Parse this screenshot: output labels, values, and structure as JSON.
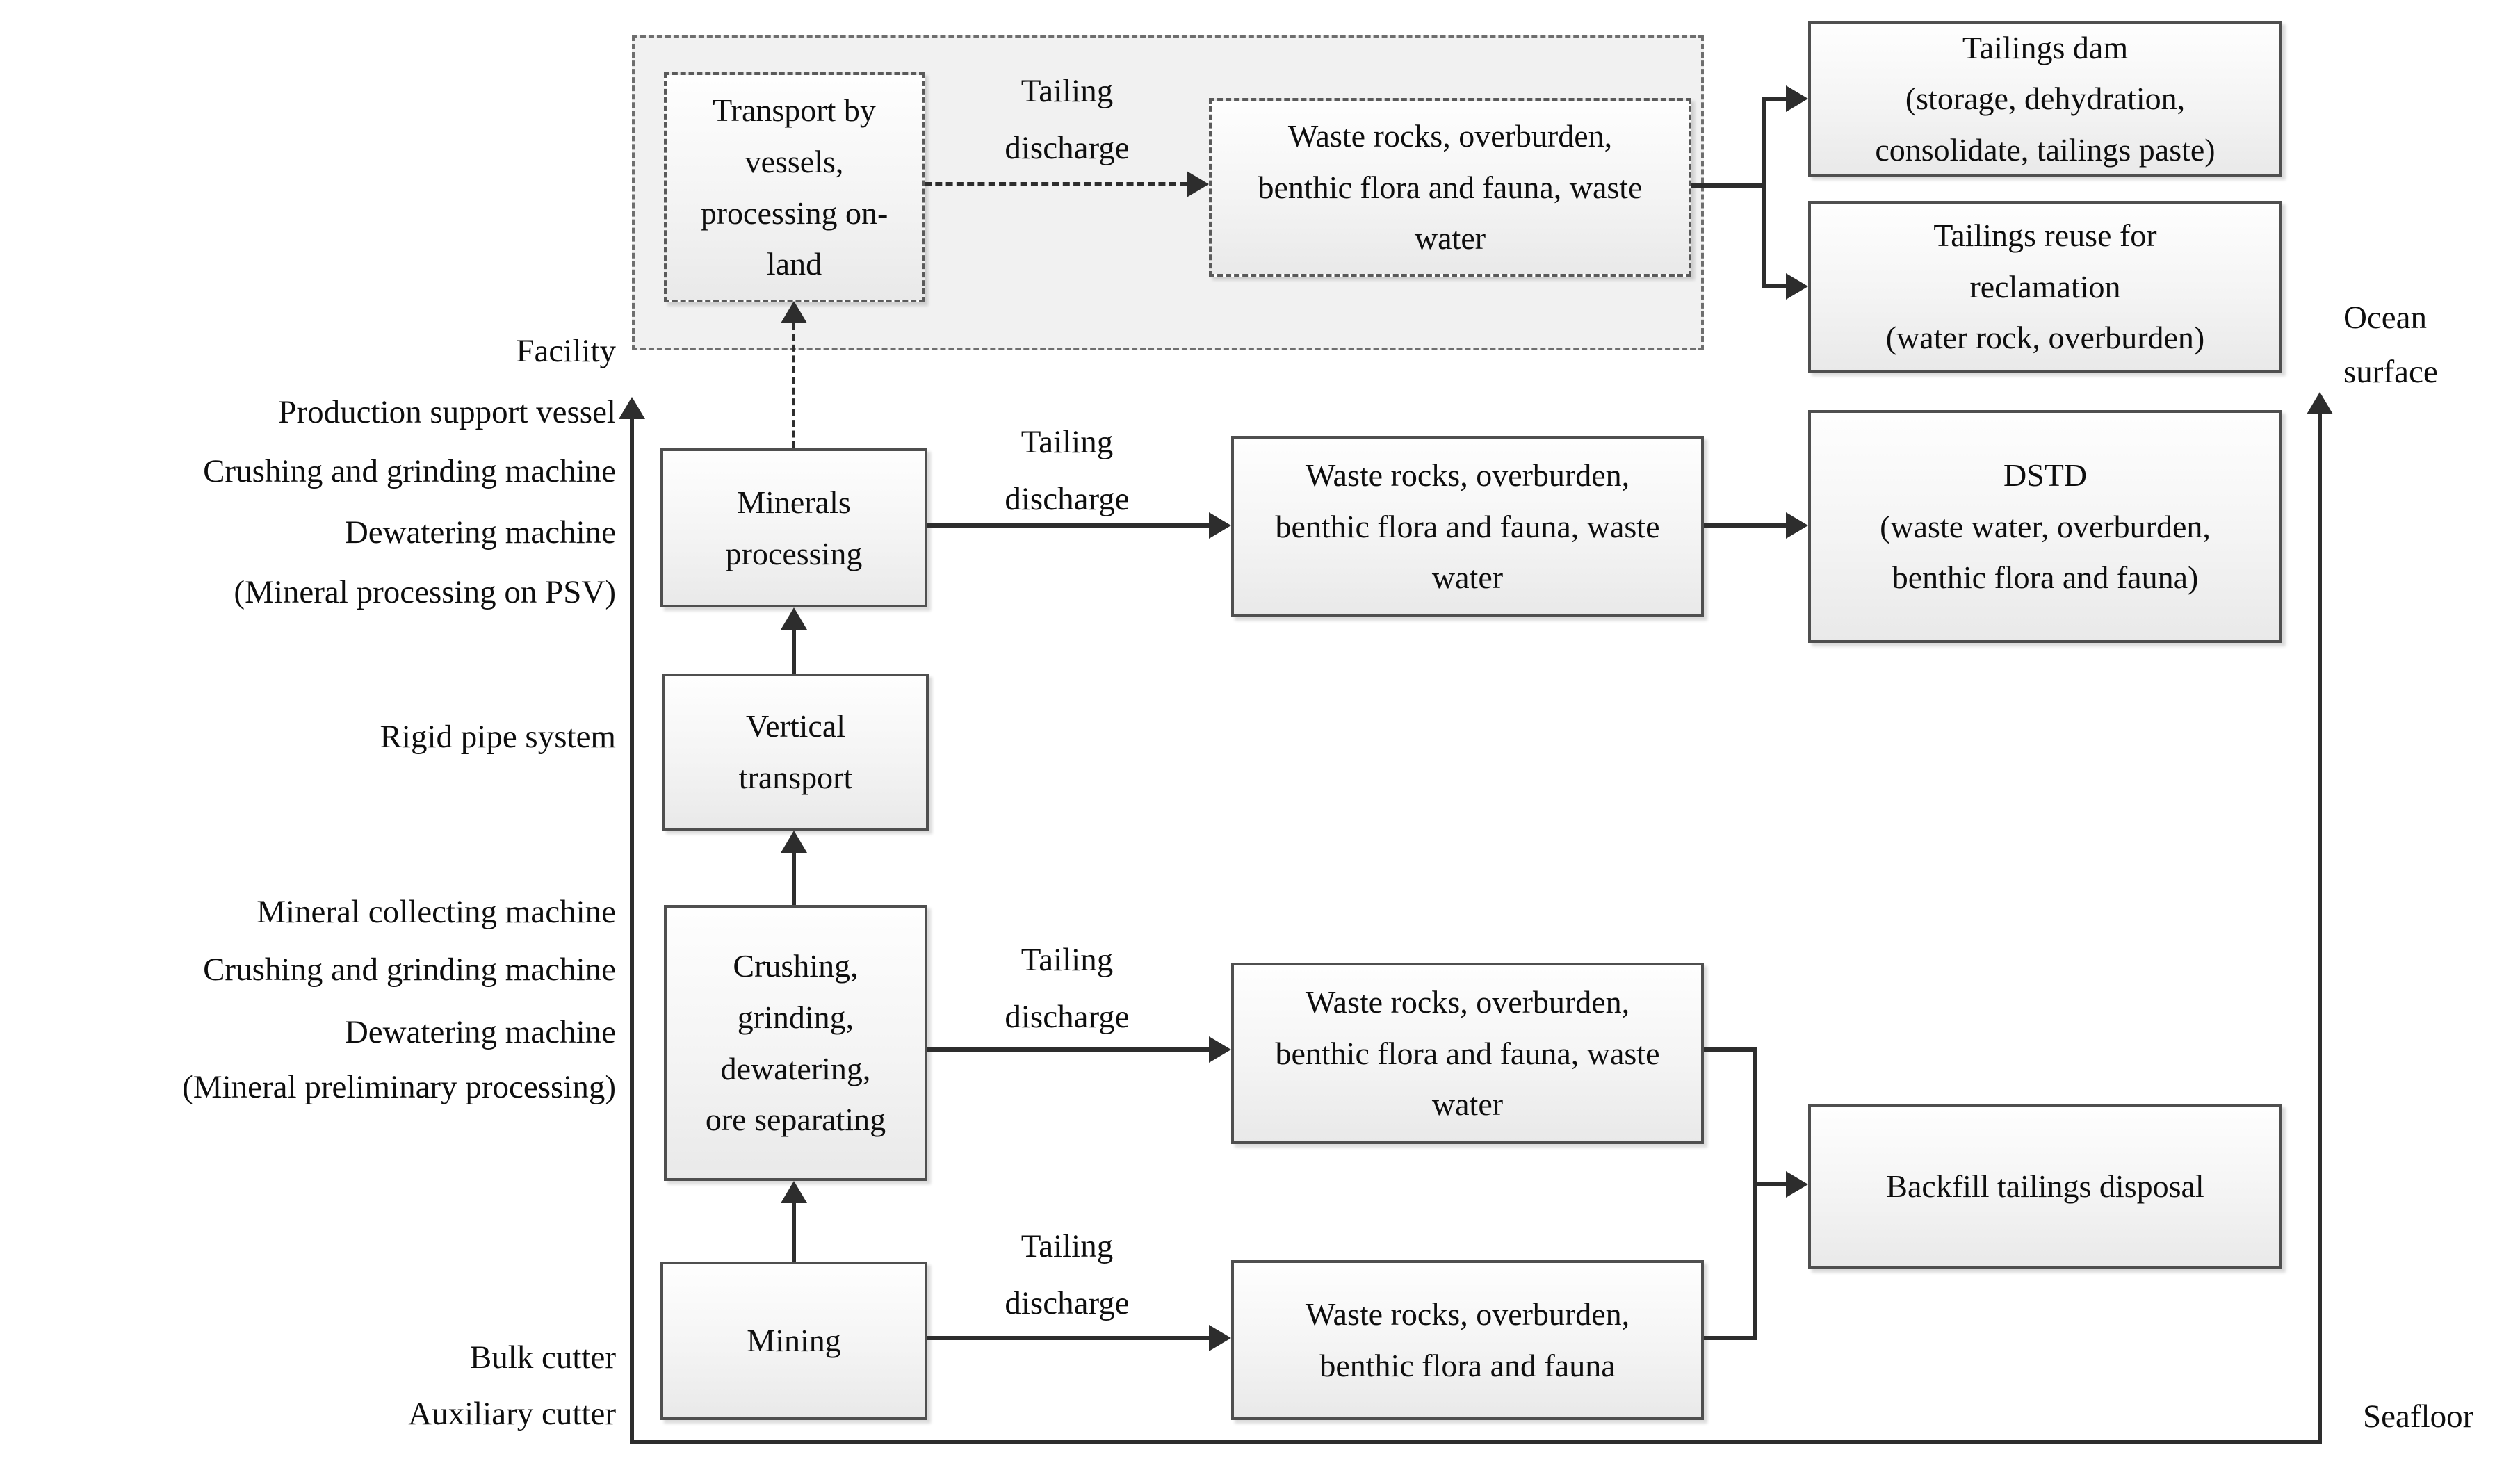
{
  "diagram": {
    "left_labels": {
      "facility": "Facility",
      "production_support_vessel": "Production support vessel",
      "crushing_grinding_machine_top": "Crushing and grinding machine",
      "dewatering_machine_top": "Dewatering machine",
      "mineral_processing_on_psv": "(Mineral processing on PSV)",
      "rigid_pipe_system": "Rigid pipe system",
      "mineral_collecting_machine": "Mineral collecting machine",
      "crushing_grinding_machine_bottom": "Crushing and grinding machine",
      "dewatering_machine_bottom": "Dewatering machine",
      "mineral_preliminary_processing": "(Mineral preliminary processing)",
      "bulk_cutter": "Bulk cutter",
      "auxiliary_cutter": "Auxiliary cutter"
    },
    "right_labels": {
      "ocean_surface": "Ocean surface",
      "seafloor": "Seafloor"
    },
    "flow_labels": {
      "tailing_discharge": "Tailing discharge"
    },
    "boxes": {
      "transport_vessels": {
        "text": "Transport by vessels, processing on-land"
      },
      "waste_top": {
        "text": "Waste rocks, overburden, benthic flora and fauna, waste water"
      },
      "tailings_dam": {
        "title": "Tailings dam",
        "detail": "(storage, dehydration, consolidate, tailings paste)"
      },
      "tailings_reuse": {
        "title": "Tailings reuse for reclamation",
        "detail": "(water rock, overburden)"
      },
      "minerals_processing": {
        "text": "Minerals processing"
      },
      "waste_mid": {
        "text": "Waste rocks, overburden, benthic flora and fauna, waste water"
      },
      "dstd": {
        "title": "DSTD",
        "detail": "(waste water, overburden, benthic flora and fauna)"
      },
      "vertical_transport": {
        "text": "Vertical transport"
      },
      "crushing_grinding_dewatering": {
        "text": "Crushing, grinding, dewatering, ore separating"
      },
      "waste_lower": {
        "text": "Waste rocks, overburden, benthic flora and fauna, waste water"
      },
      "backfill": {
        "text": "Backfill tailings disposal"
      },
      "mining": {
        "text": "Mining"
      },
      "waste_bottom": {
        "text": "Waste rocks, overburden, benthic flora and fauna"
      }
    },
    "colors": {
      "line": "#2d2d2d",
      "box_border": "#4f4f4f",
      "container_fill": "#f1f1f1"
    }
  }
}
